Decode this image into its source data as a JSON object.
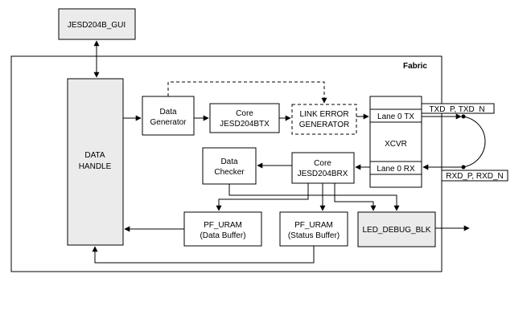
{
  "diagram": {
    "gui": "JESD204B_GUI",
    "fabric": "Fabric",
    "data_handle": [
      "DATA",
      "HANDLE"
    ],
    "data_generator": [
      "Data",
      "Generator"
    ],
    "core_tx": [
      "Core",
      "JESD204BTX"
    ],
    "link_error": [
      "LINK ERROR",
      "GENERATOR"
    ],
    "lane_tx": "Lane 0 TX",
    "xcvr": "XCVR",
    "lane_rx": "Lane 0 RX",
    "txd": "TXD_P, TXD_N",
    "rxd": "RXD_P, RXD_N",
    "data_checker": [
      "Data",
      "Checker"
    ],
    "core_rx": [
      "Core",
      "JESD204BRX"
    ],
    "uram_data": [
      "PF_URAM",
      "(Data Buffer)"
    ],
    "uram_status": [
      "PF_URAM",
      "(Status Buffer)"
    ],
    "led_debug": "LED_DEBUG_BLK"
  }
}
